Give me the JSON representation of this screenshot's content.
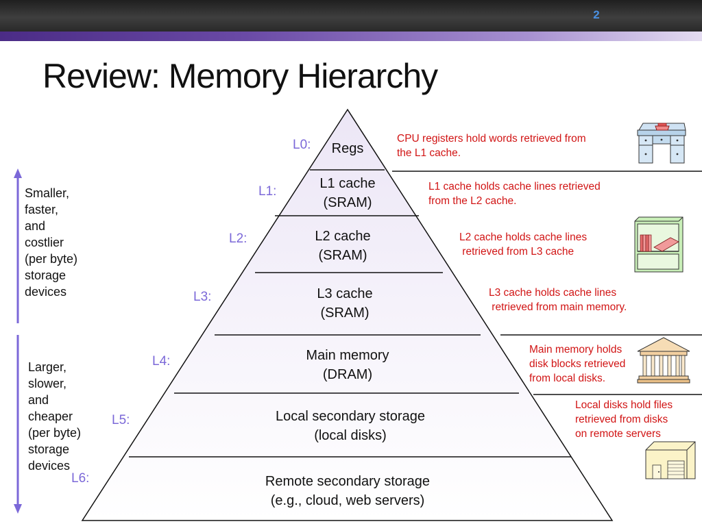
{
  "slide": {
    "page_number": "2",
    "title": "Review: Memory Hierarchy"
  },
  "levels": [
    {
      "label": "L0:",
      "name": "Regs",
      "tech": ""
    },
    {
      "label": "L1:",
      "name": "L1 cache",
      "tech": "(SRAM)"
    },
    {
      "label": "L2:",
      "name": "L2 cache",
      "tech": "(SRAM)"
    },
    {
      "label": "L3:",
      "name": "L3 cache",
      "tech": "(SRAM)"
    },
    {
      "label": "L4:",
      "name": "Main memory",
      "tech": "(DRAM)"
    },
    {
      "label": "L5:",
      "name": "Local secondary storage",
      "tech": "(local disks)"
    },
    {
      "label": "L6:",
      "name": "Remote secondary storage",
      "tech": "(e.g., cloud, web servers)"
    }
  ],
  "notes": [
    "CPU registers hold words retrieved from\nthe L1 cache.",
    "L1 cache holds cache lines retrieved\nfrom the L2 cache.",
    "L2 cache holds cache lines\n retrieved from L3 cache",
    "L3 cache holds cache lines\n retrieved from main memory.",
    "Main memory holds\ndisk blocks retrieved\nfrom local disks.",
    "Local disks hold files\nretrieved from disks\non remote servers"
  ],
  "side": {
    "top_text": "Smaller,\nfaster,\nand\ncostlier\n(per byte)\nstorage\ndevices",
    "bottom_text": "Larger,\nslower,\nand\ncheaper\n(per byte)\nstorage\ndevices"
  },
  "icons": [
    "desk-icon",
    "bookshelf-icon",
    "library-icon",
    "warehouse-icon"
  ],
  "colors": {
    "accent_purple": "#7b68d8",
    "note_red": "#d11414",
    "arrow_purple": "#7b68d8"
  }
}
